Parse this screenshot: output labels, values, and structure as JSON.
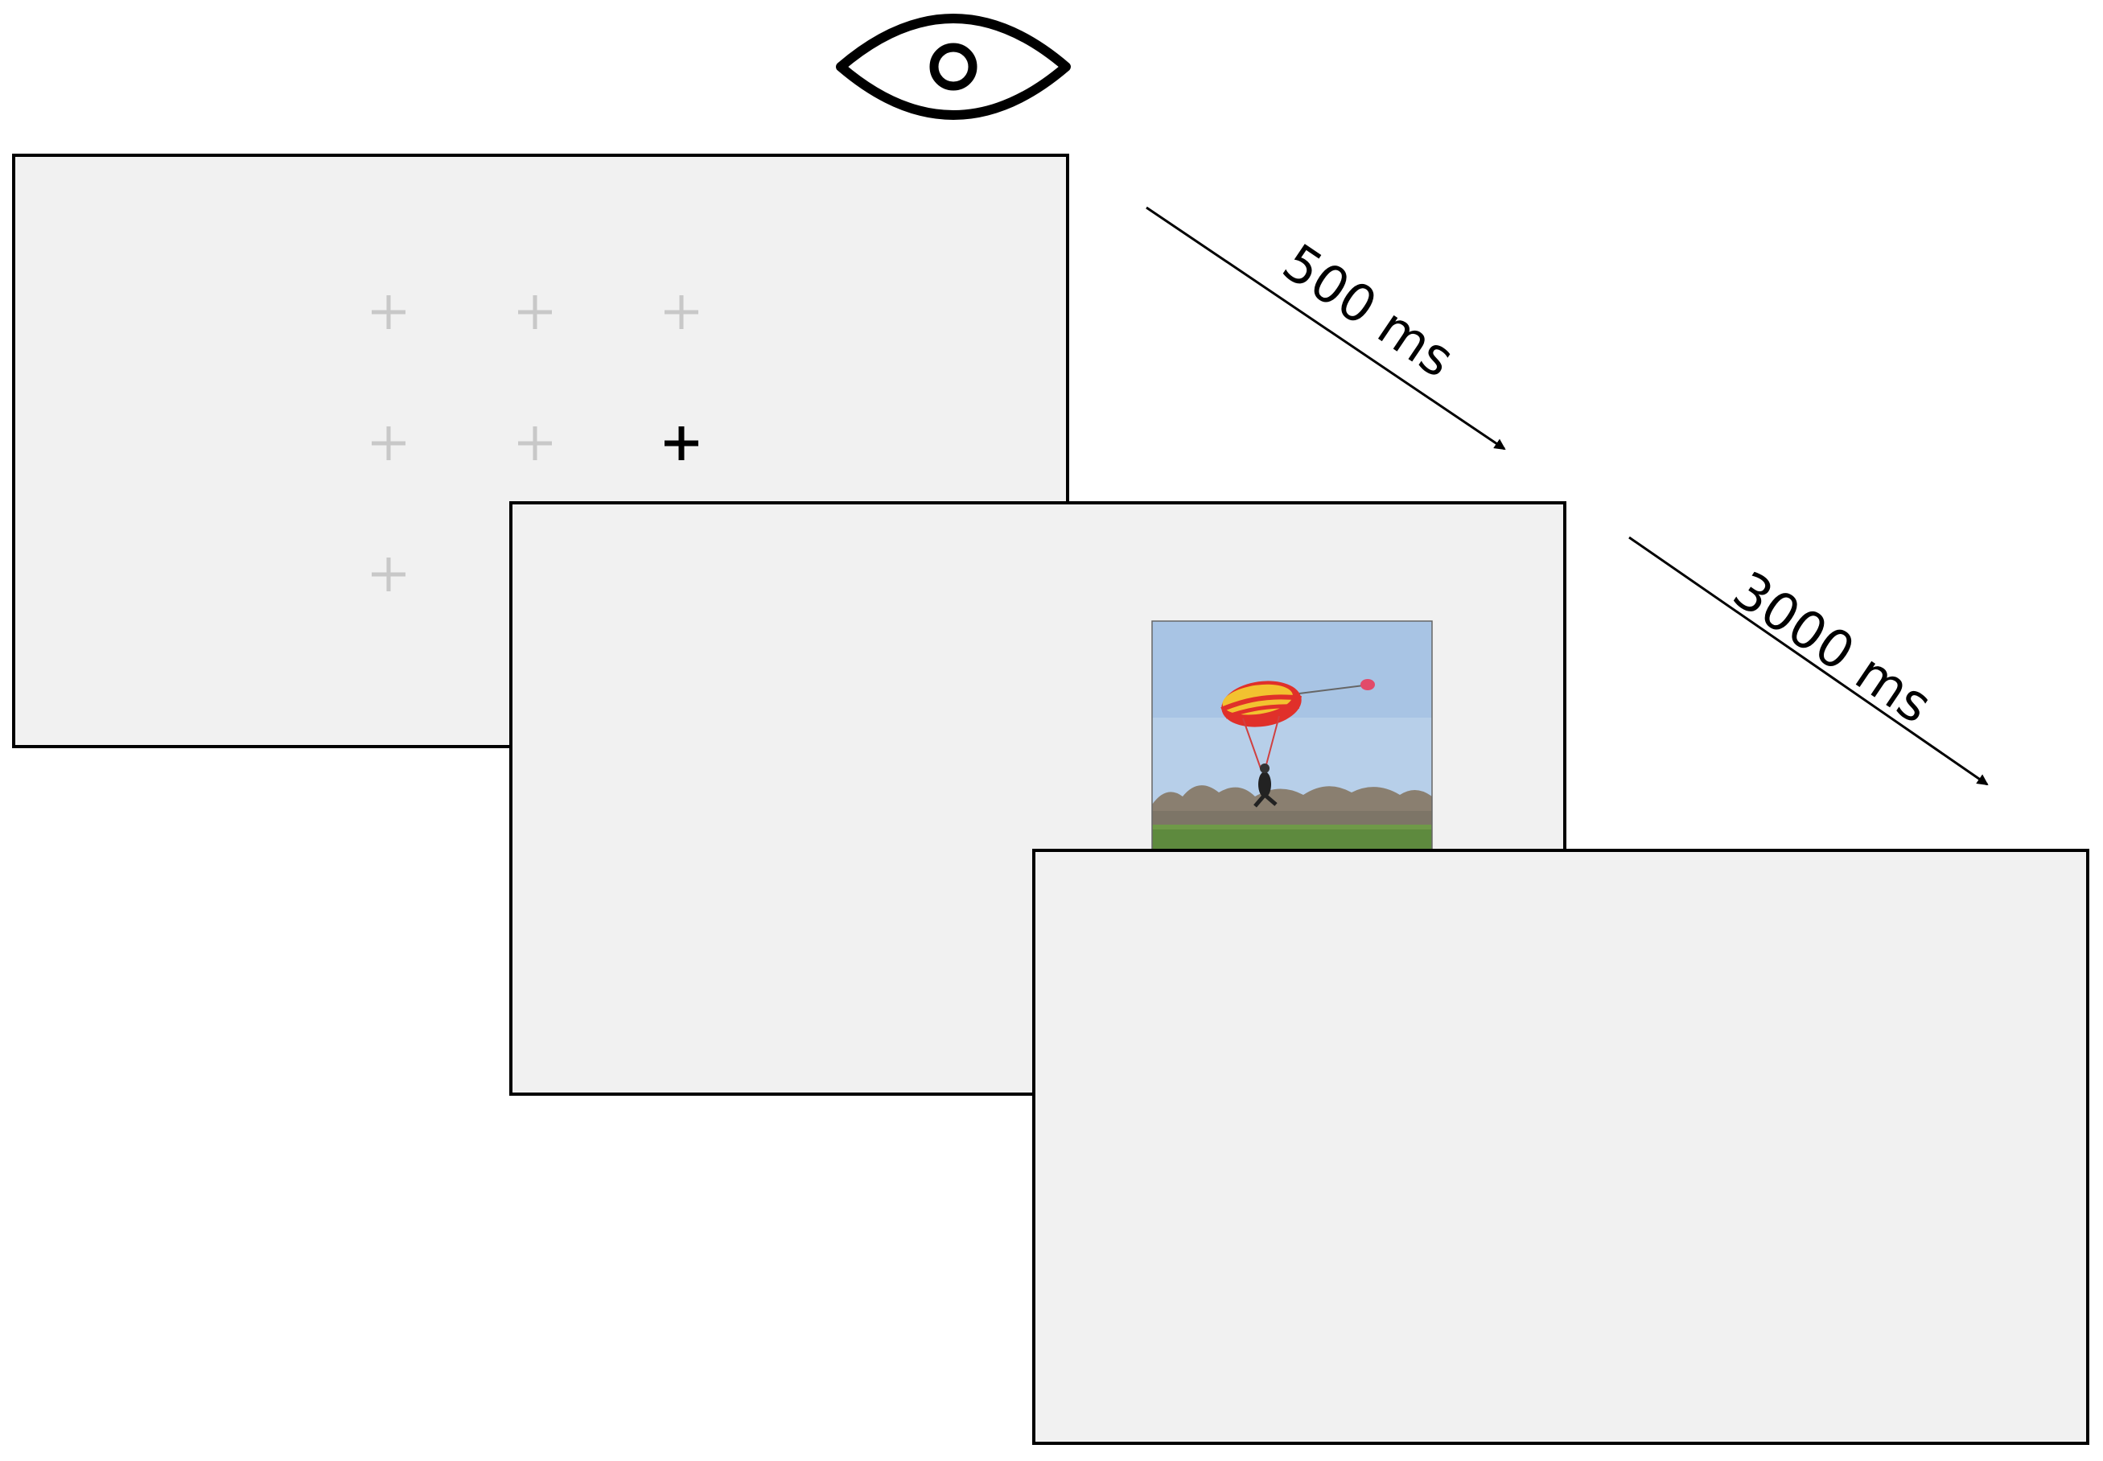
{
  "diagram": {
    "colors": {
      "screen_fill": "#f1f1f1",
      "screen_border": "#000000",
      "inactive_cross": "#c8c8c8",
      "active_cross": "#000000",
      "sky": "#b4cde8",
      "grass": "#5e8a3e",
      "canopy_red": "#e0302a",
      "canopy_yellow": "#f2c230"
    },
    "icons": {
      "eye": "eye-icon",
      "cross": "fixation-cross-icon",
      "arrow": "arrow-icon"
    },
    "fixation_grid": {
      "rows": 3,
      "cols": 3,
      "visible_points": 7,
      "active_index": 5
    },
    "transitions": [
      {
        "label": "500 ms"
      },
      {
        "label": "3000 ms"
      }
    ]
  }
}
